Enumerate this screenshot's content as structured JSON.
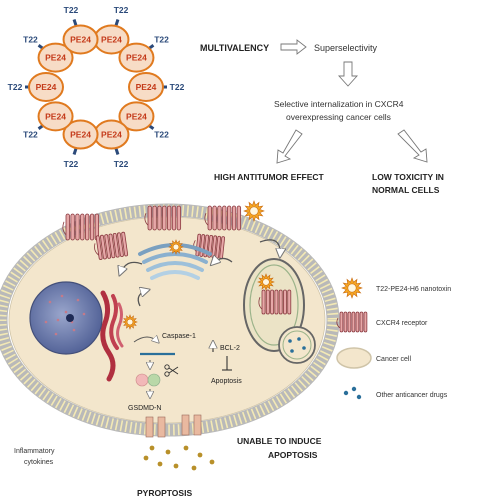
{
  "nanoparticle": {
    "core_label": "PE24",
    "ligand_label": "T22"
  },
  "flow": {
    "multivalency": "MULTIVALENCY",
    "superselectivity": "Superselectivity",
    "internalization_line1": "Selective internalization in CXCR4",
    "internalization_line2": "overexpressing cancer cells",
    "high_antitumor": "HIGH ANTITUMOR EFFECT",
    "low_toxicity_line1": "LOW TOXICITY IN",
    "low_toxicity_line2": "NORMAL CELLS"
  },
  "cell": {
    "caspase": "Caspase-1",
    "gsdmd": "GSDMD-N",
    "bcl2": "BCL-2",
    "apoptosis": "Apoptosis",
    "unable_line1": "UNABLE TO INDUCE",
    "unable_line2": "APOPTOSIS",
    "cytokines_line1": "Inflammatory",
    "cytokines_line2": "cytokines",
    "pyroptosis": "PYROPTOSIS"
  },
  "legend": {
    "nanotoxin": "T22-PE24-H6 nanotoxin",
    "receptor": "CXCR4 receptor",
    "cancer_cell": "Cancer cell",
    "drugs": "Other anticancer drugs"
  },
  "colors": {
    "pe24_fill": "#f7dcc6",
    "pe24_stroke": "#e07a1f",
    "pe24_text": "#c43a1a",
    "ligand": "#2b4a7a",
    "receptor": "#c77a7a",
    "membrane_head": "#f3e9b5",
    "cytoplasm": "#f3e6cc",
    "nucleus": "#6878a8",
    "drug": "#2a6f9a"
  }
}
